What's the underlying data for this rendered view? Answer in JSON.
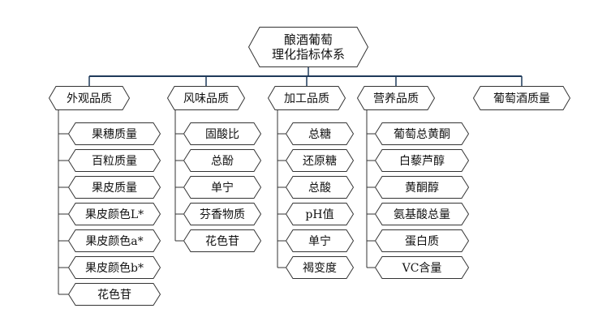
{
  "root": {
    "line1": "酿酒葡萄",
    "line2": "理化指标体系"
  },
  "categories": [
    {
      "label": "外观品质",
      "items": [
        "果穗质量",
        "百粒质量",
        "果皮质量",
        "果皮颜色L*",
        "果皮颜色a*",
        "果皮颜色b*",
        "花色苷"
      ]
    },
    {
      "label": "风味品质",
      "items": [
        "固酸比",
        "总酚",
        "单宁",
        "芬香物质",
        "花色苷"
      ]
    },
    {
      "label": "加工品质",
      "items": [
        "总糖",
        "还原糖",
        "总酸",
        "pH值",
        "单宁",
        "褐变度"
      ]
    },
    {
      "label": "营养品质",
      "items": [
        "葡萄总黄酮",
        "白藜芦醇",
        "黄酮醇",
        "氨基酸总量",
        "蛋白质",
        "VC含量"
      ]
    },
    {
      "label": "葡萄酒质量",
      "items": []
    }
  ],
  "colors": {
    "line": "#1f3a5a",
    "border": "#333333",
    "fill": "#ffffff",
    "text": "#111111"
  }
}
